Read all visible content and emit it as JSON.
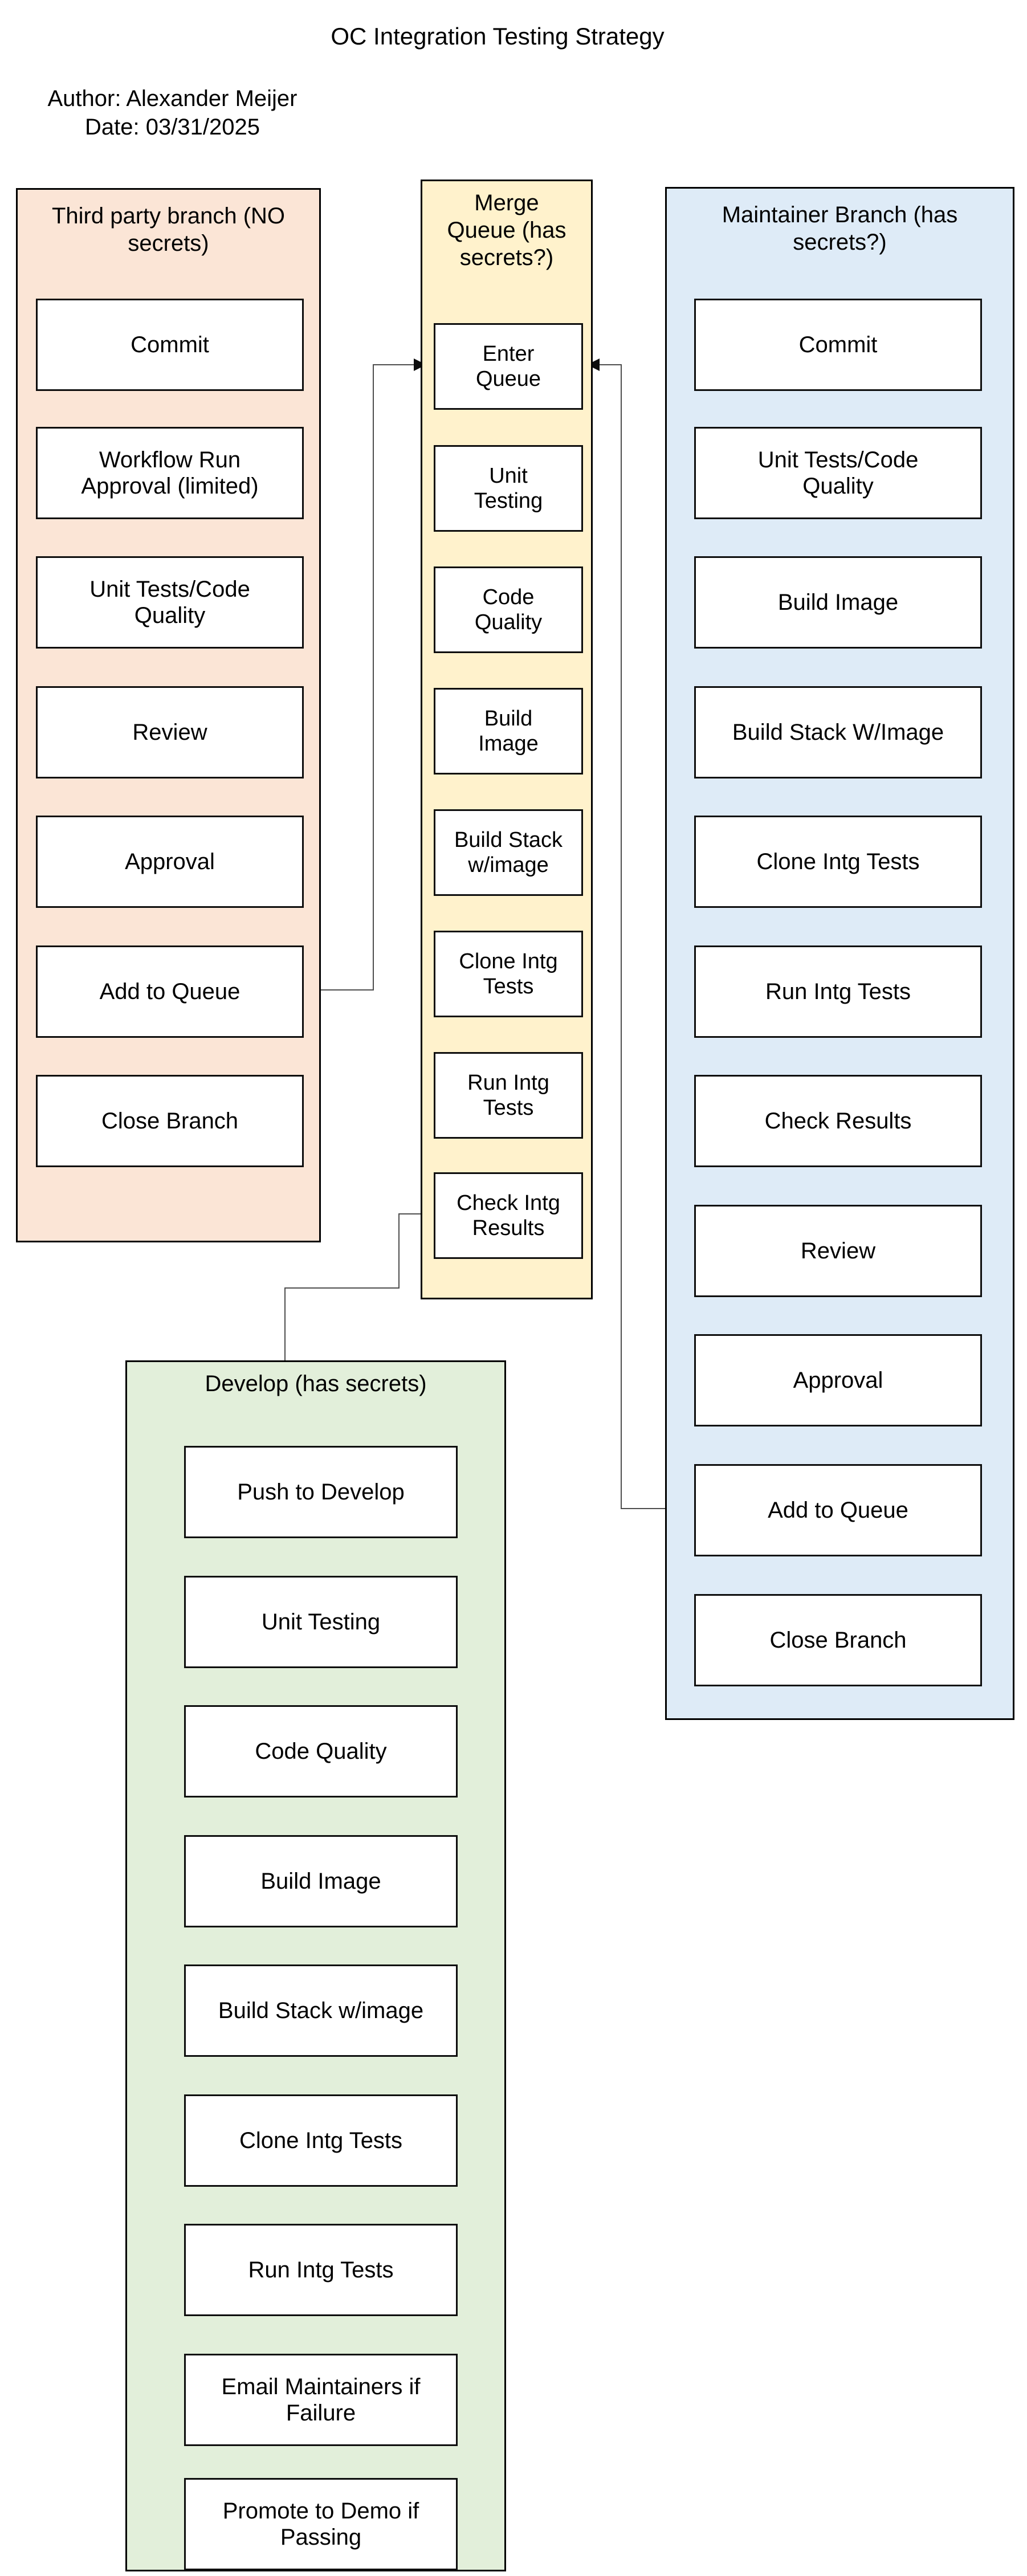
{
  "page": {
    "title": "OC Integration Testing Strategy",
    "author_line": "Author: Alexander Meijer",
    "date_line": "Date: 03/31/2025"
  },
  "colors": {
    "third_party_bg": "#FBE5D6",
    "merge_queue_bg": "#FFF2CC",
    "maintainer_bg": "#DEEBF7",
    "develop_bg": "#E2EFDA",
    "box_bg": "#FFFFFF",
    "border": "#000000",
    "connector": "#4d4d4d"
  },
  "containers": [
    {
      "id": "third-party",
      "title": "Third party branch (NO secrets)",
      "title_lines": [
        "Third party branch (NO",
        "secrets)"
      ],
      "bg": "#FBE5D6",
      "steps": [
        {
          "lines": [
            "Commit"
          ]
        },
        {
          "lines": [
            "Workflow Run",
            "Approval (limited)"
          ]
        },
        {
          "lines": [
            "Unit Tests/Code",
            "Quality"
          ]
        },
        {
          "lines": [
            "Review"
          ]
        },
        {
          "lines": [
            "Approval"
          ]
        },
        {
          "lines": [
            "Add to Queue"
          ]
        },
        {
          "lines": [
            "Close Branch"
          ]
        }
      ]
    },
    {
      "id": "merge-queue",
      "title": "Merge Queue (has secrets?)",
      "title_lines": [
        "Merge",
        "Queue (has",
        "secrets?)"
      ],
      "bg": "#FFF2CC",
      "steps": [
        {
          "lines": [
            "Enter",
            "Queue"
          ]
        },
        {
          "lines": [
            "Unit",
            "Testing"
          ]
        },
        {
          "lines": [
            "Code",
            "Quality"
          ]
        },
        {
          "lines": [
            "Build",
            "Image"
          ]
        },
        {
          "lines": [
            "Build Stack",
            "w/image"
          ]
        },
        {
          "lines": [
            "Clone Intg",
            "Tests"
          ]
        },
        {
          "lines": [
            "Run Intg",
            "Tests"
          ]
        },
        {
          "lines": [
            "Check Intg",
            "Results"
          ]
        }
      ]
    },
    {
      "id": "maintainer",
      "title": "Maintainer Branch (has secrets?)",
      "title_lines": [
        "Maintainer Branch (has",
        "secrets?)"
      ],
      "bg": "#DEEBF7",
      "steps": [
        {
          "lines": [
            "Commit"
          ]
        },
        {
          "lines": [
            "Unit Tests/Code",
            "Quality"
          ]
        },
        {
          "lines": [
            "Build Image"
          ]
        },
        {
          "lines": [
            "Build Stack W/Image"
          ]
        },
        {
          "lines": [
            "Clone Intg Tests"
          ]
        },
        {
          "lines": [
            "Run Intg Tests"
          ]
        },
        {
          "lines": [
            "Check Results"
          ]
        },
        {
          "lines": [
            "Review"
          ]
        },
        {
          "lines": [
            "Approval"
          ]
        },
        {
          "lines": [
            "Add to Queue"
          ]
        },
        {
          "lines": [
            "Close Branch"
          ]
        }
      ]
    },
    {
      "id": "develop",
      "title": "Develop (has secrets)",
      "title_lines": [
        "Develop (has secrets)"
      ],
      "bg": "#E2EFDA",
      "steps": [
        {
          "lines": [
            "Push to Develop"
          ]
        },
        {
          "lines": [
            "Unit Testing"
          ]
        },
        {
          "lines": [
            "Code Quality"
          ]
        },
        {
          "lines": [
            "Build Image"
          ]
        },
        {
          "lines": [
            "Build Stack w/image"
          ]
        },
        {
          "lines": [
            "Clone Intg Tests"
          ]
        },
        {
          "lines": [
            "Run Intg Tests"
          ]
        },
        {
          "lines": [
            "Email Maintainers if",
            "Failure"
          ]
        },
        {
          "lines": [
            "Promote to Demo if",
            "Passing"
          ]
        }
      ]
    }
  ],
  "edges": [
    {
      "from": "Add to Queue (Third party branch)",
      "to": "Enter Queue (Merge Queue)"
    },
    {
      "from": "Add to Queue (Maintainer Branch)",
      "to": "Enter Queue (Merge Queue)"
    },
    {
      "from": "Check Intg Results (Merge Queue)",
      "to": "Push to Develop (Develop)"
    }
  ]
}
